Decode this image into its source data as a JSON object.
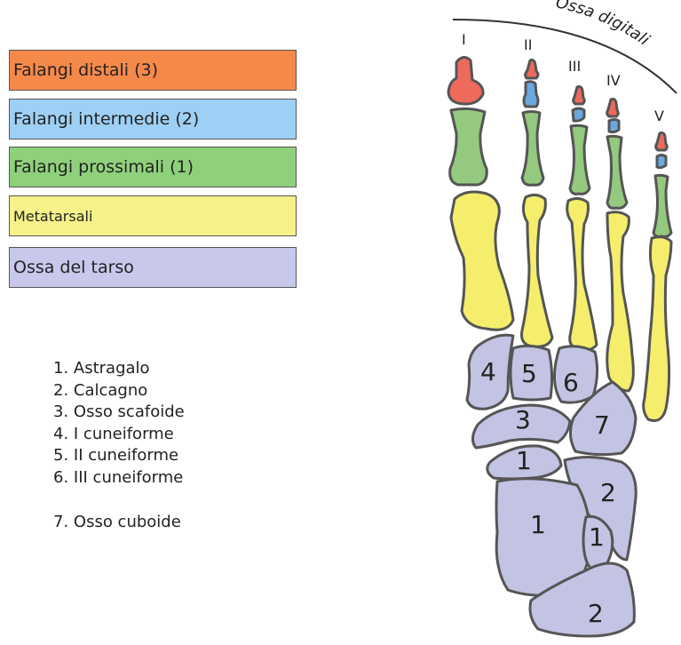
{
  "colors": {
    "distal": "#f5894a",
    "intermediate": "#9ed0f5",
    "proximal": "#8fd17b",
    "metatarsal": "#f7f189",
    "tarsal": "#c8c8ec",
    "distal_bone": "#ee6a5c",
    "intermediate_bone": "#6aa9e0",
    "proximal_bone": "#94c97f",
    "metatarsal_bone": "#f4ee6c",
    "tarsal_bone": "#c3c3e3"
  },
  "legend": [
    {
      "label": "Falangi distali (3)",
      "color_key": "distal"
    },
    {
      "label": "Falangi intermedie (2)",
      "color_key": "intermediate"
    },
    {
      "label": "Falangi prossimali (1)",
      "color_key": "proximal"
    },
    {
      "label": "Metatarsali",
      "color_key": "metatarsal"
    },
    {
      "label": "Ossa del tarso",
      "color_key": "tarsal"
    }
  ],
  "key": [
    "1. Astragalo",
    "2. Calcagno",
    "3. Osso scafoide",
    "4. I cuneiforme",
    "5. II cuneiforme",
    "6. III cuneiforme",
    "7. Osso cuboide"
  ],
  "diagram": {
    "arc_label": "Ossa digitali",
    "toe_numerals": [
      "I",
      "II",
      "III",
      "IV",
      "V"
    ],
    "tarsal_labels": [
      "4",
      "5",
      "6",
      "3",
      "7",
      "1",
      "2",
      "1",
      "1",
      "2"
    ]
  }
}
